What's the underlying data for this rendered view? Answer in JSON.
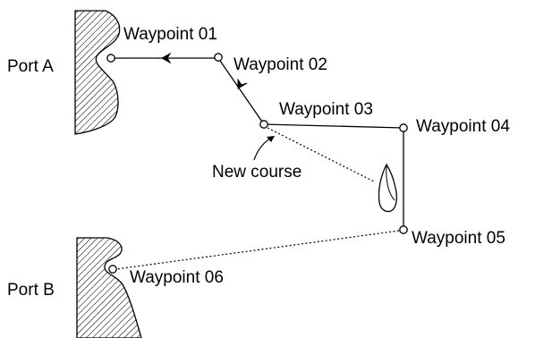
{
  "ports": {
    "a": "Port A",
    "b": "Port B"
  },
  "waypoints": {
    "wp01": "Waypoint 01",
    "wp02": "Waypoint 02",
    "wp03": "Waypoint 03",
    "wp04": "Waypoint 04",
    "wp05": "Waypoint 05",
    "wp06": "Waypoint 06"
  },
  "annotation": {
    "new_course": "New course"
  },
  "colors": {
    "ink": "#000000",
    "background": "#ffffff"
  }
}
